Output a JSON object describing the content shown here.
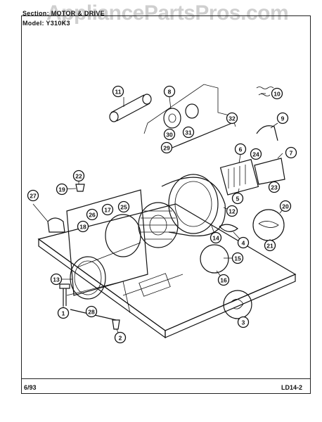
{
  "header": {
    "section": "Section: MOTOR & DRIVE",
    "model": "Model: Y310K3"
  },
  "watermark": "AppliancePartsPros.com",
  "footer": {
    "date": "6/93",
    "page_code": "LD14-2"
  },
  "callouts": [
    "1",
    "2",
    "3",
    "4",
    "5",
    "6",
    "7",
    "8",
    "9",
    "10",
    "11",
    "12",
    "13",
    "14",
    "15",
    "16",
    "17",
    "18",
    "19",
    "20",
    "21",
    "22",
    "23",
    "24",
    "25",
    "26",
    "27",
    "28",
    "29",
    "30",
    "31",
    "32"
  ]
}
